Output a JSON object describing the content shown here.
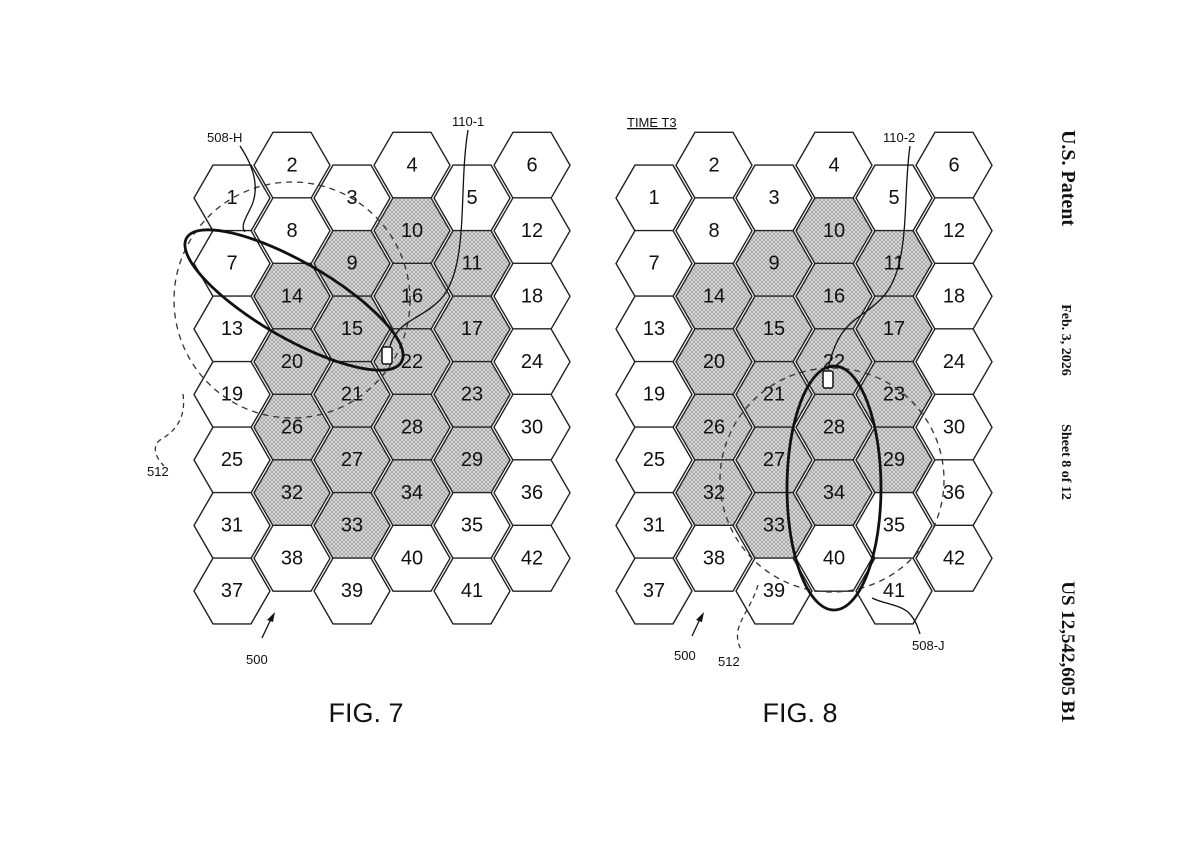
{
  "header": {
    "publication": "U.S. Patent",
    "date": "Feb. 3, 2026",
    "sheet": "Sheet 8 of 12",
    "number": "US 12,542,605 B1"
  },
  "figures": [
    {
      "id": "fig7",
      "caption": "FIG. 7",
      "time_label": "",
      "grid_label": "500",
      "area_label": "508-H",
      "device_label": "110-1",
      "zone_label": "512",
      "shaded_cells": [
        9,
        10,
        11,
        14,
        15,
        16,
        17,
        20,
        21,
        22,
        23,
        26,
        27,
        28,
        29,
        32,
        33,
        34
      ]
    },
    {
      "id": "fig8",
      "caption": "FIG. 8",
      "time_label": "TIME T3",
      "grid_label": "500",
      "area_label": "508-J",
      "device_label": "110-2",
      "zone_label": "512",
      "shaded_cells": [
        9,
        10,
        11,
        14,
        15,
        16,
        17,
        20,
        21,
        22,
        23,
        26,
        27,
        28,
        29,
        32,
        33,
        34
      ]
    }
  ],
  "cells": [
    1,
    2,
    3,
    4,
    5,
    6,
    7,
    8,
    9,
    10,
    11,
    12,
    13,
    14,
    15,
    16,
    17,
    18,
    19,
    20,
    21,
    22,
    23,
    24,
    25,
    26,
    27,
    28,
    29,
    30,
    31,
    32,
    33,
    34,
    35,
    36,
    37,
    38,
    39,
    40,
    41,
    42
  ]
}
